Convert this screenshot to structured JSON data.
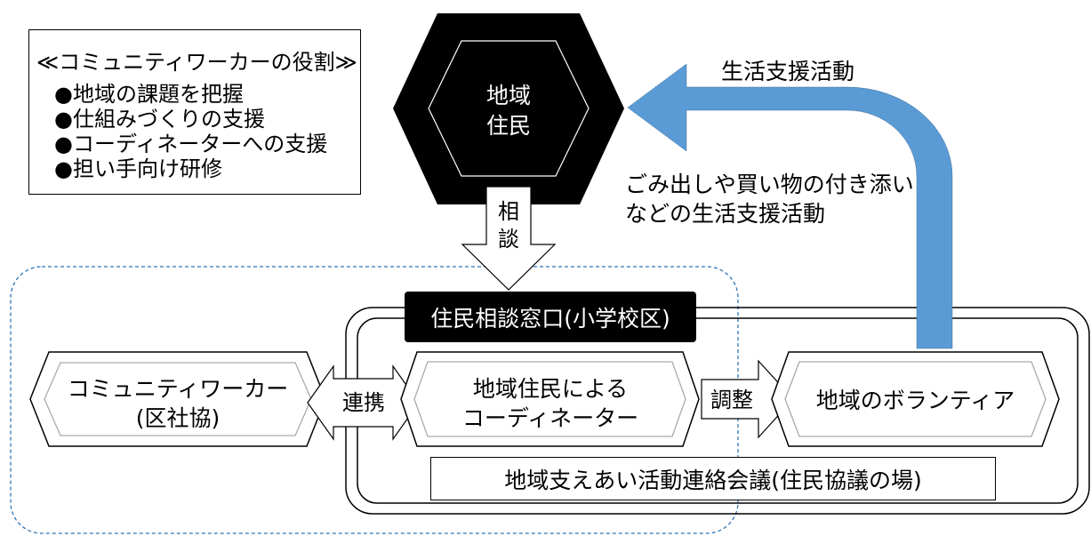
{
  "roles_box": {
    "title": "≪コミュニティワーカーの役割≫",
    "items": [
      "●地域の課題を把握",
      "●仕組みづくりの支援",
      "●コーディネーターへの支援",
      "●担い手向け研修"
    ]
  },
  "residents": {
    "line1": "地域",
    "line2": "住民"
  },
  "consult": {
    "char1": "相",
    "char2": "談"
  },
  "support_arrow_label": "生活支援活動",
  "activities": {
    "line1": "ごみ出しや買い物の付き添い",
    "line2": "などの生活支援活動"
  },
  "window_label": "住民相談窓口(小学校区)",
  "community_worker": {
    "line1": "コミュニティワーカー",
    "line2": "(区社協)"
  },
  "cooperation_label": "連携",
  "coordinator": {
    "line1": "地域住民による",
    "line2": "コーディネーター"
  },
  "adjust_label": "調整",
  "volunteer_label": "地域のボランティア",
  "council_label": "地域支えあい活動連絡会議(住民協議の場)",
  "colors": {
    "hexagon": "#000000",
    "support_arrow": "#5b9bd5",
    "dashed_border": "#2e75b6"
  }
}
